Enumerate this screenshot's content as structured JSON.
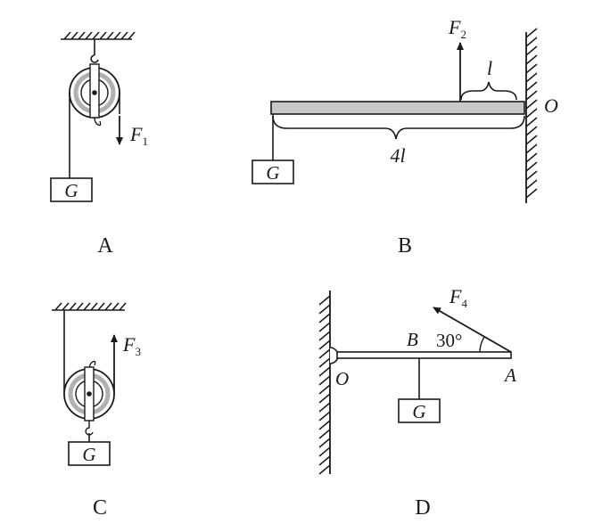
{
  "panels": {
    "A": {
      "caption": "A",
      "force": "F",
      "force_sub": "1",
      "weight": "G"
    },
    "B": {
      "caption": "B",
      "force": "F",
      "force_sub": "2",
      "weight": "G",
      "short_len": "l",
      "long_len": "4l",
      "pivot": "O"
    },
    "C": {
      "caption": "C",
      "force": "F",
      "force_sub": "3",
      "weight": "G"
    },
    "D": {
      "caption": "D",
      "force": "F",
      "force_sub": "4",
      "weight": "G",
      "angle": "30°",
      "pivot": "O",
      "point_b": "B",
      "point_a": "A"
    }
  },
  "colors": {
    "ink": "#1a1a1a",
    "lever_fill": "#c8c8c8",
    "pulley_ring": "#b0b0b0"
  }
}
